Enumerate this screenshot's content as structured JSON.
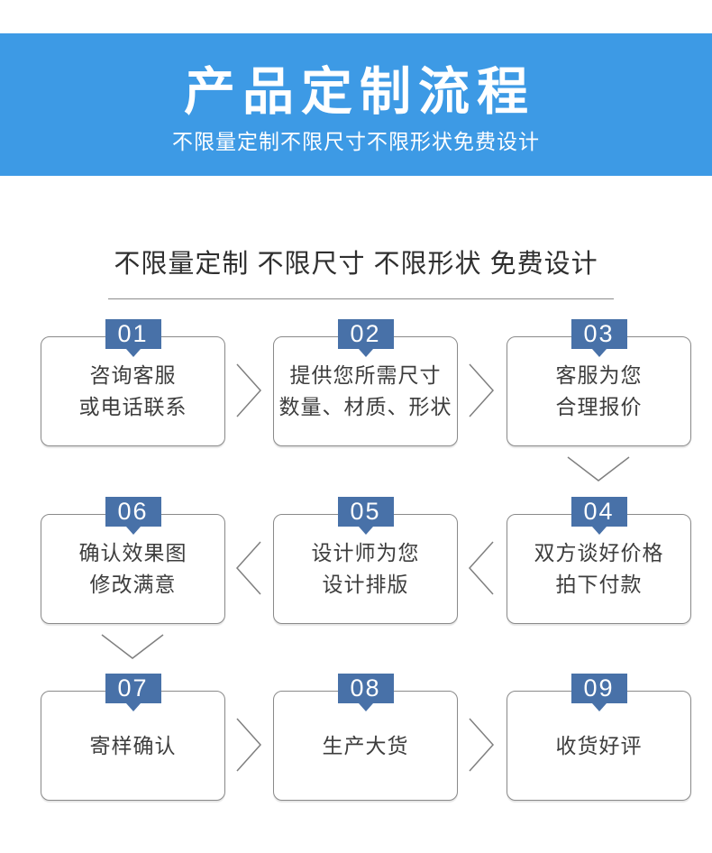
{
  "banner": {
    "title": "产品定制流程",
    "subtitle": "不限量定制不限尺寸不限形状免费设计"
  },
  "section": {
    "heading": "不限量定制 不限尺寸 不限形状 免费设计"
  },
  "flow": {
    "steps": [
      {
        "num": "01",
        "line1": "咨询客服",
        "line2": "或电话联系"
      },
      {
        "num": "02",
        "line1": "提供您所需尺寸",
        "line2": "数量、材质、形状"
      },
      {
        "num": "03",
        "line1": "客服为您",
        "line2": "合理报价"
      },
      {
        "num": "04",
        "line1": "双方谈好价格",
        "line2": "拍下付款"
      },
      {
        "num": "05",
        "line1": "设计师为您",
        "line2": "设计排版"
      },
      {
        "num": "06",
        "line1": "确认效果图",
        "line2": "修改满意"
      },
      {
        "num": "07",
        "line1": "寄样确认"
      },
      {
        "num": "08",
        "line1": "生产大货"
      },
      {
        "num": "09",
        "line1": "收货好评"
      }
    ]
  },
  "colors": {
    "banner_bg": "#3d9ae5",
    "tab_bg": "#4871a8",
    "box_border": "#8a8a8a",
    "text_dark": "#3d3d3d",
    "arrow": "#7f7f7f",
    "heading": "#2f2f2f",
    "rule": "#8c8c8c"
  }
}
